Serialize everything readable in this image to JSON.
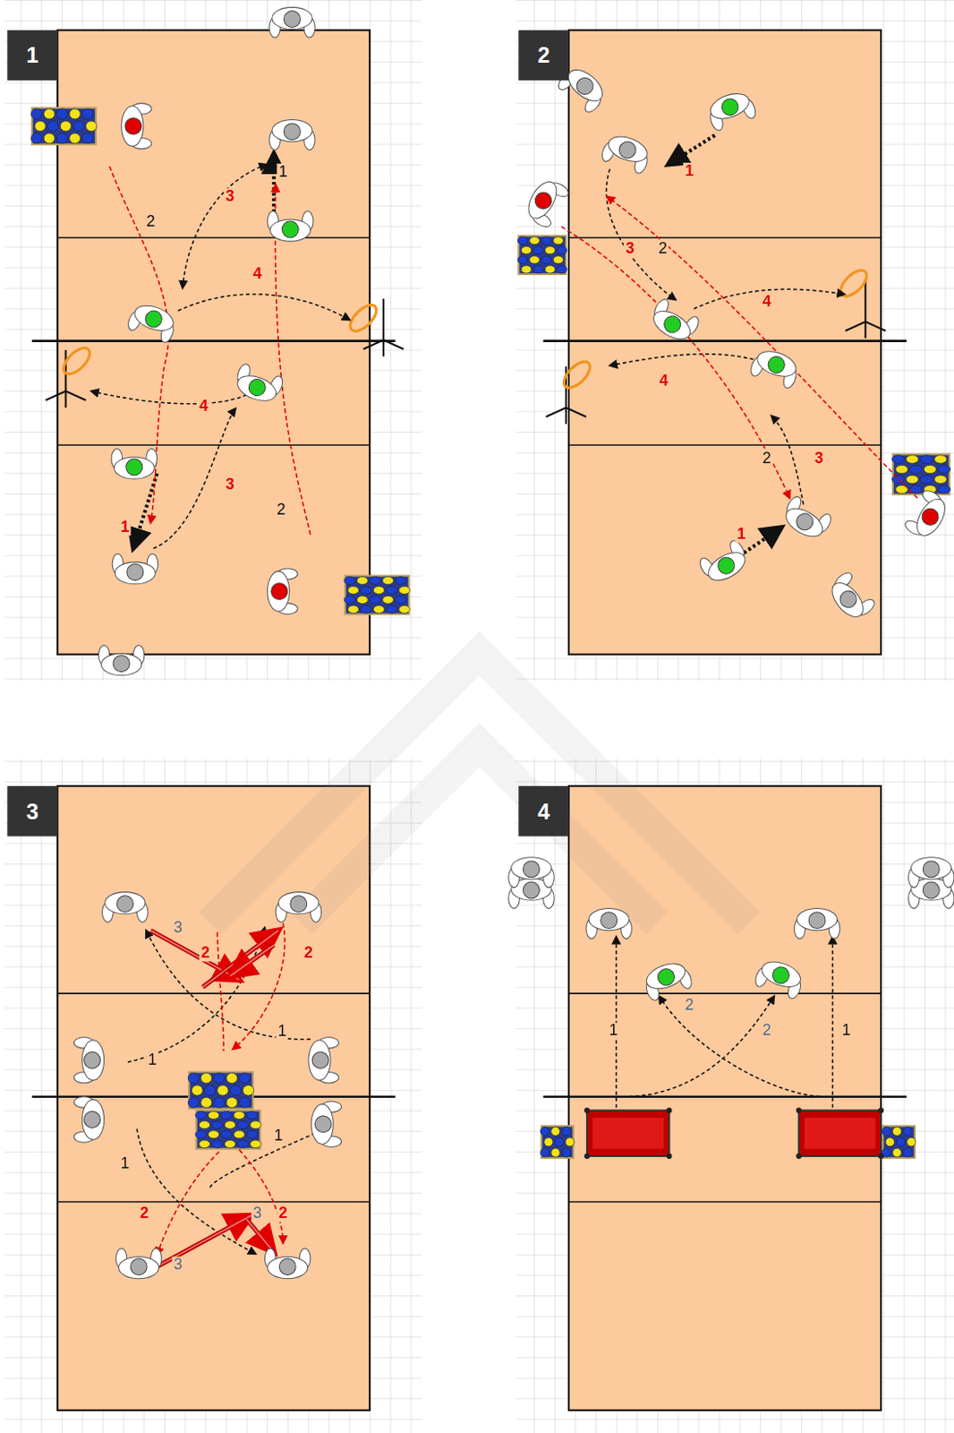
{
  "diagram": {
    "nodes": [
      {
        "text": [
          "1"
        ]
      },
      {
        "text": [
          "2"
        ]
      },
      {
        "text": [
          "3"
        ]
      },
      {
        "text": [
          "4"
        ]
      }
    ],
    "labels": [
      "1",
      "3",
      "2",
      "4",
      "4",
      "3",
      "2",
      "1",
      "1",
      "3",
      "2",
      "4",
      "4",
      "2",
      "3",
      "1",
      "3",
      "2",
      "2",
      "1",
      "1",
      "1",
      "1",
      "2",
      "3",
      "2",
      "3",
      "2",
      "1",
      "2",
      "1"
    ]
  }
}
